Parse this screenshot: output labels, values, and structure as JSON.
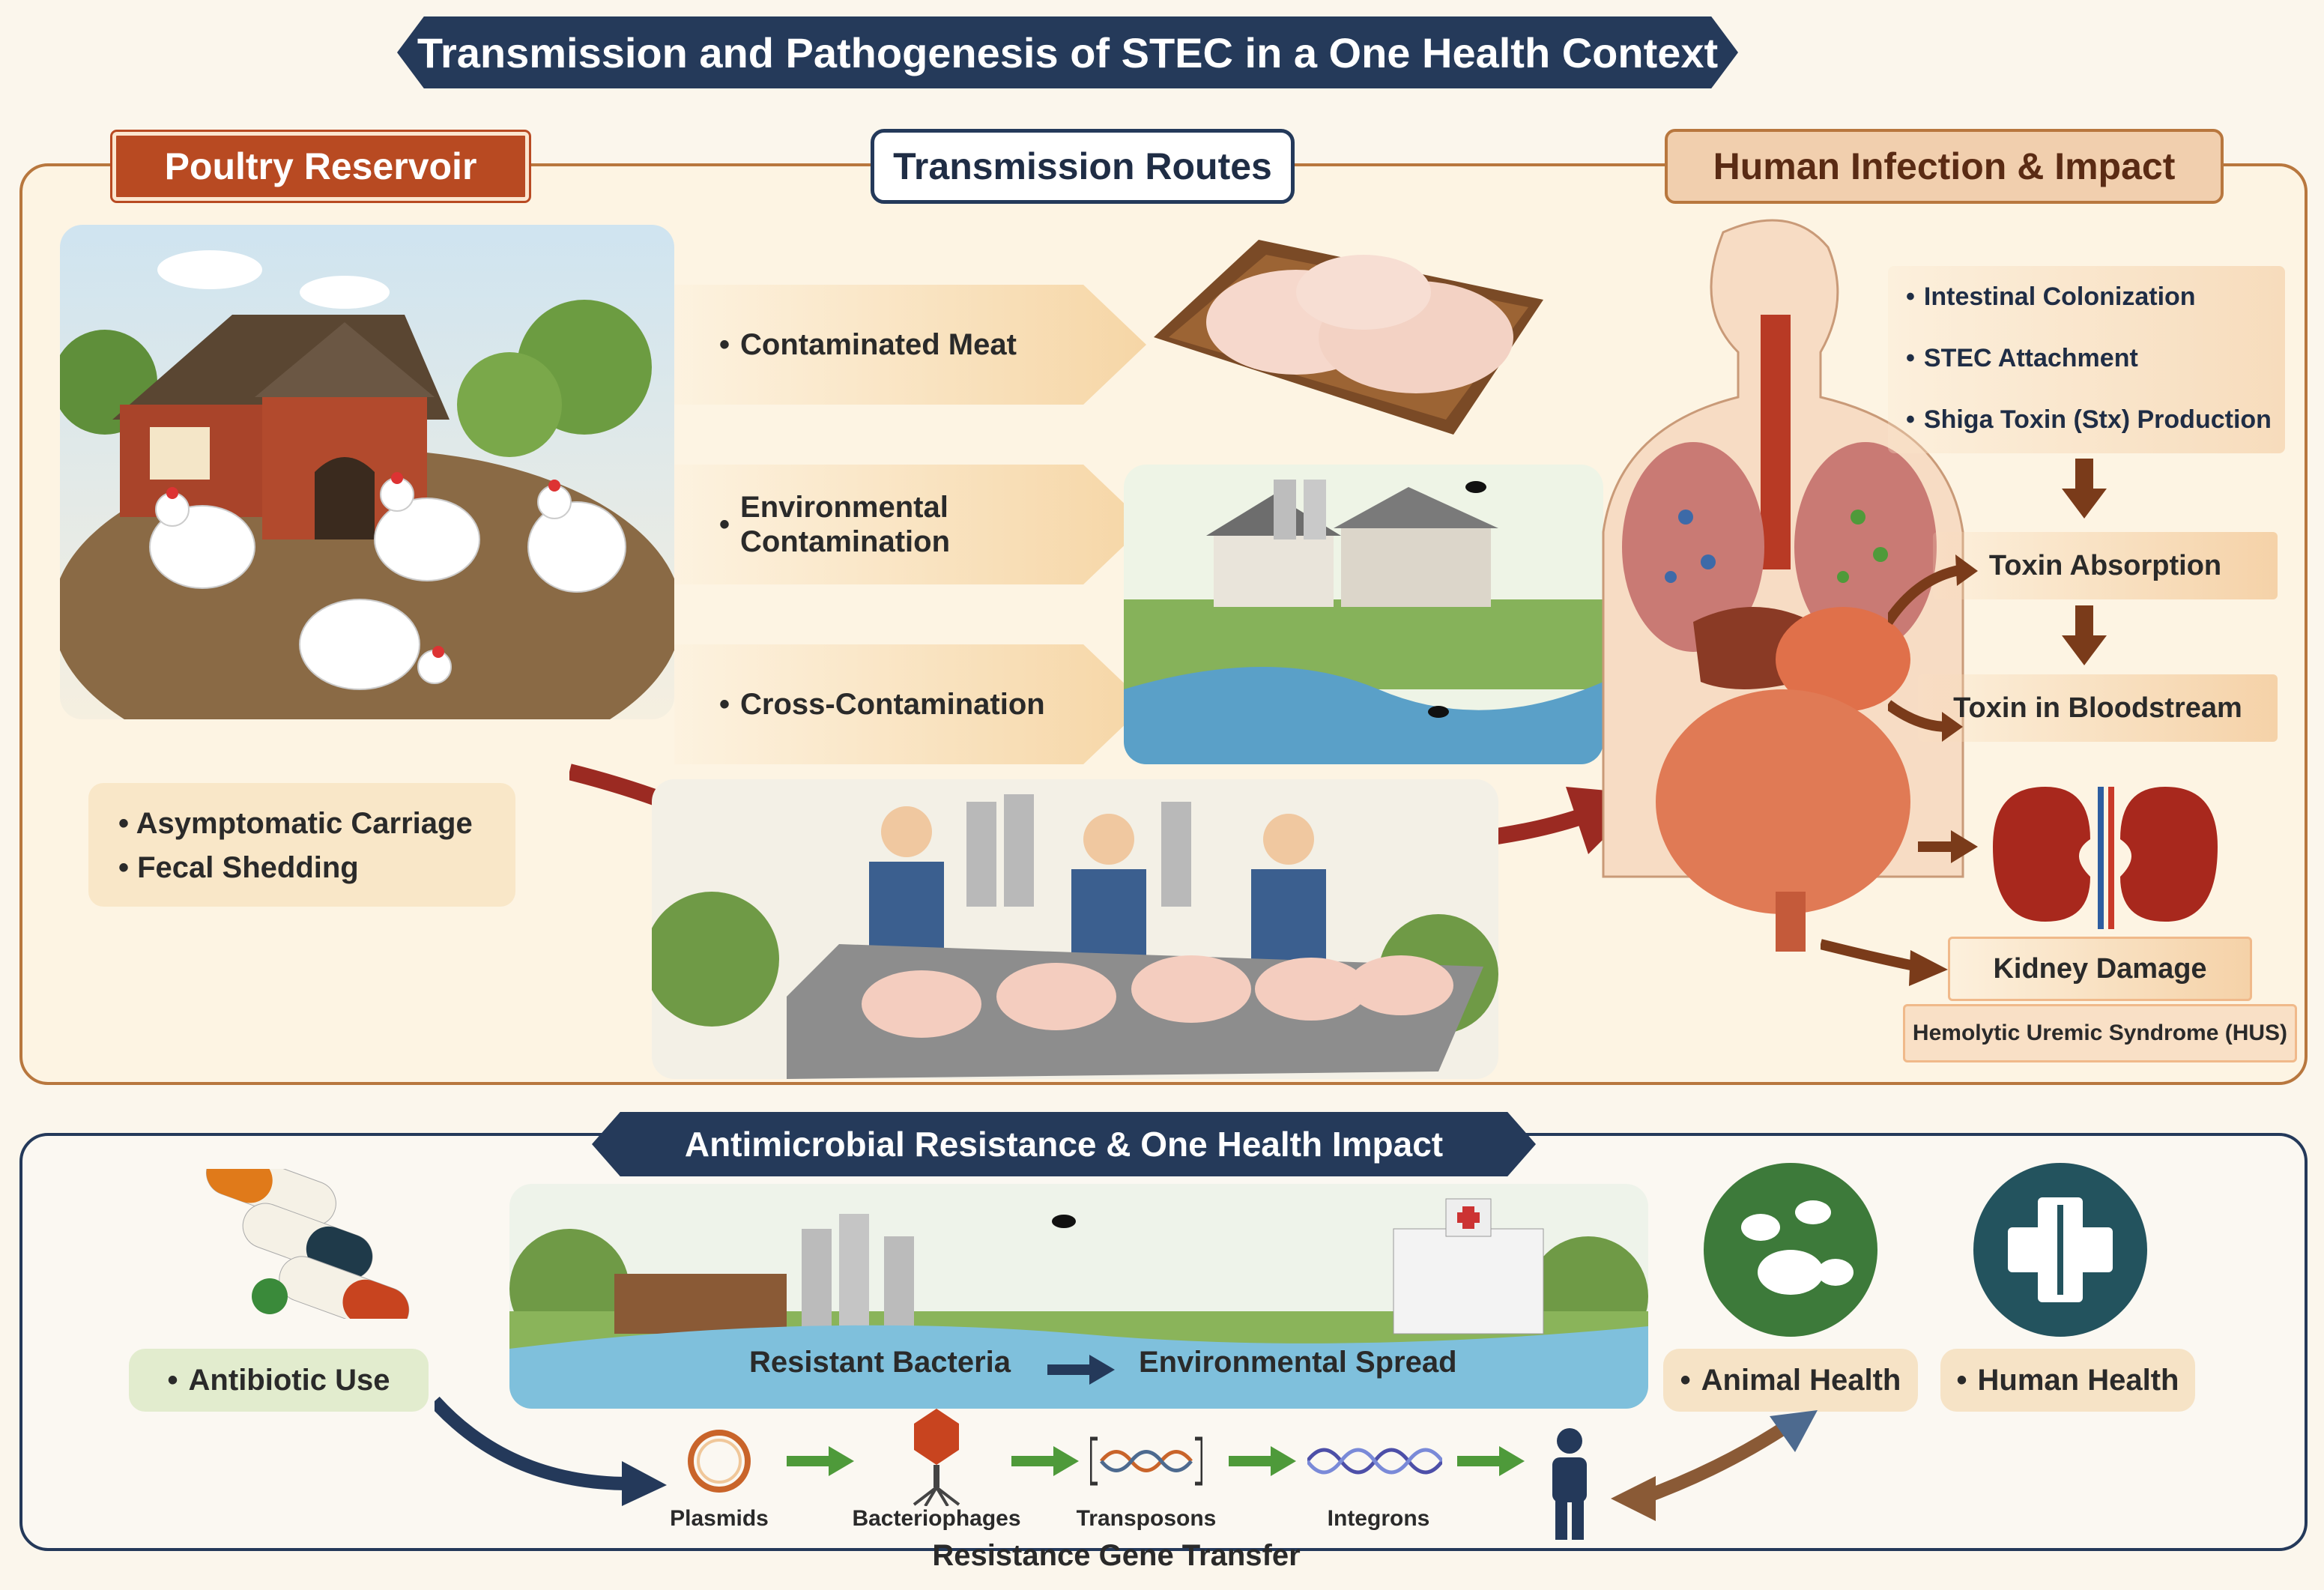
{
  "title": "Transmission and Pathogenesis of STEC in a One Health Context",
  "sections": {
    "poultry": "Poultry Reservoir",
    "routes": "Transmission Routes",
    "human": "Human Infection & Impact",
    "amr": "Antimicrobial Resistance & One Health Impact"
  },
  "poultry_points": [
    "Asymptomatic Carriage",
    "Fecal Shedding"
  ],
  "routes": [
    {
      "label": "Contaminated Meat"
    },
    {
      "label": "Environmental Contamination",
      "line1": "Environmental",
      "line2": "Contamination"
    },
    {
      "label": "Cross-Contamination"
    }
  ],
  "human_steps": [
    "Intestinal Colonization",
    "STEC Attachment",
    "Shiga Toxin (Stx) Production"
  ],
  "human_stages": {
    "absorption": "Toxin Absorption",
    "bloodstream": "Toxin in Bloodstream",
    "kidney": "Kidney Damage",
    "hus": "Hemolytic Uremic Syndrome (HUS)"
  },
  "amr": {
    "antibiotic_use": "Antibiotic Use",
    "resistant_bacteria": "Resistant Bacteria",
    "environmental_spread": "Environmental Spread",
    "animal_health": "Animal Health",
    "human_health": "Human Health",
    "gene_transfer": "Resistance Gene Transfer",
    "mechanisms": [
      "Plasmids",
      "Bacteriophages",
      "Transposons",
      "Integrons"
    ]
  },
  "colors": {
    "navy": "#24395a",
    "rust": "#b84a22",
    "tan_border": "#b8773e",
    "arrow_red": "#9b2a22",
    "arrow_green": "#4e9a3a",
    "cream": "#fdf4e3"
  },
  "icons": [
    "barn-icon",
    "chicken-icon",
    "raw-chicken-icon",
    "farm-icon",
    "fly-icon",
    "worker-icon",
    "lungs-icon",
    "liver-icon",
    "stomach-icon",
    "intestine-icon",
    "kidney-icon",
    "pill-icon",
    "factory-icon",
    "hospital-icon",
    "animal-health-icon",
    "caduceus-icon",
    "plasmid-icon",
    "bacteriophage-icon",
    "transposon-icon",
    "integron-icon",
    "person-icon"
  ]
}
